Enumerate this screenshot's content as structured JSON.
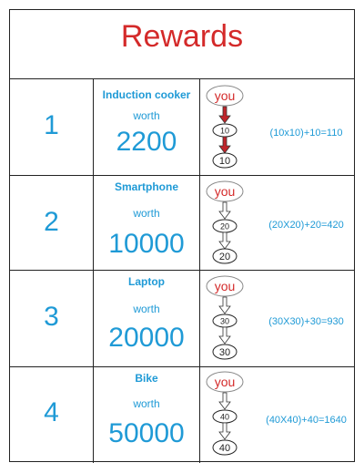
{
  "title": "Rewards",
  "rows": [
    {
      "num": "1",
      "prize": "Induction cooker",
      "worth": "worth",
      "value": "2200",
      "you": "you",
      "node1": "10",
      "node2": "10",
      "formula": "(10x10)+10=110",
      "arrow_color": "#c0242a"
    },
    {
      "num": "2",
      "prize": "Smartphone",
      "worth": "worth",
      "value": "10000",
      "you": "you",
      "node1": "20",
      "node2": "20",
      "formula": "(20X20)+20=420",
      "arrow_color": "#ffffff"
    },
    {
      "num": "3",
      "prize": "Laptop",
      "worth": "worth",
      "value": "20000",
      "you": "you",
      "node1": "30",
      "node2": "30",
      "formula": "(30X30)+30=930",
      "arrow_color": "#ffffff"
    },
    {
      "num": "4",
      "prize": "Bike",
      "worth": "worth",
      "value": "50000",
      "you": "you",
      "node1": "40",
      "node2": "40",
      "formula": "(40X40)+40=1640",
      "arrow_color": "#ffffff"
    }
  ]
}
